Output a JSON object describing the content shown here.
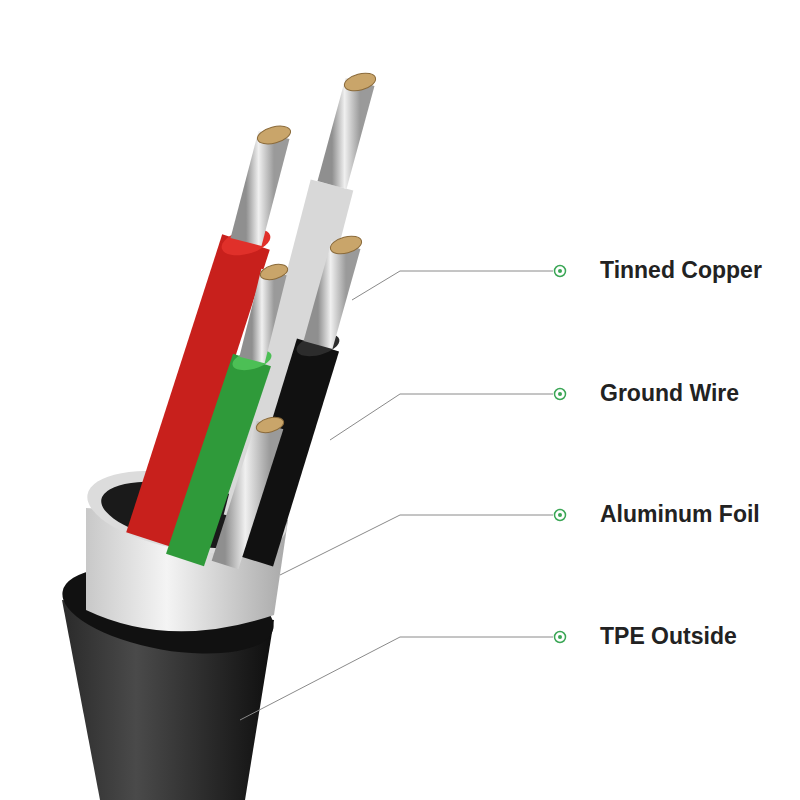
{
  "diagram": {
    "labels": [
      "Tinned Copper",
      "Ground Wire",
      "Aluminum Foil",
      "TPE Outside"
    ]
  }
}
